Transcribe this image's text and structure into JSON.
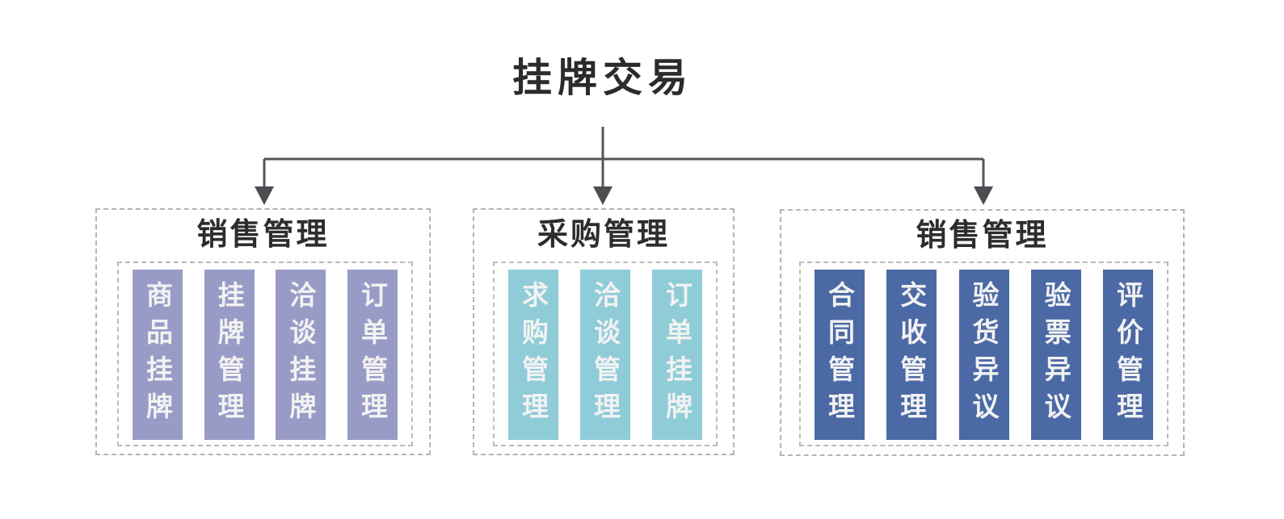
{
  "title": "挂牌交易",
  "colors": {
    "background": "#ffffff",
    "title_text": "#2b2b2b",
    "group_heading_text": "#2d2d2d",
    "column_text": "#f2f2f2",
    "dashed_border": "#b5b5b5",
    "connector_line": "#55565a",
    "group1_fill": "#999bc7",
    "group2_fill": "#8fccd8",
    "group3_fill": "#4b69a5"
  },
  "groups": [
    {
      "title": "销售管理",
      "fill": "#999bc7",
      "items": [
        "商品挂牌",
        "挂牌管理",
        "洽谈挂牌",
        "订单管理"
      ]
    },
    {
      "title": "采购管理",
      "fill": "#8fccd8",
      "items": [
        "求购管理",
        "洽谈管理",
        "订单挂牌"
      ]
    },
    {
      "title": "销售管理",
      "fill": "#4b69a5",
      "items": [
        "合同管理",
        "交收管理",
        "验货异议",
        "验票异议",
        "评价管理"
      ]
    }
  ]
}
